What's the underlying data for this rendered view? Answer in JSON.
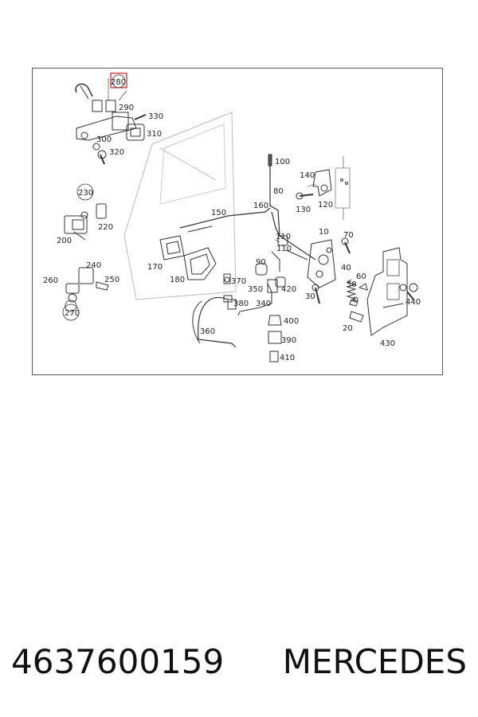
{
  "parts": {
    "p280": "280",
    "p290": "290",
    "p330": "330",
    "p310": "310",
    "p300": "300",
    "p320": "320",
    "p100": "100",
    "p80": "80",
    "p140": "140",
    "p130": "130",
    "p120": "120",
    "p230": "230",
    "p220": "220",
    "p200": "200",
    "p150": "150",
    "p160": "160",
    "p10": "10",
    "p70": "70",
    "p110a": "110",
    "p110b": "110",
    "p90": "90",
    "p170": "170",
    "p180": "180",
    "p40": "40",
    "p60": "60",
    "p240": "240",
    "p260": "260",
    "p250": "250",
    "p270": "270",
    "p370": "370",
    "p350": "350",
    "p420": "420",
    "p30": "30",
    "p50": "50",
    "p440": "440",
    "p380": "380",
    "p340": "340",
    "p400": "400",
    "p20": "20",
    "p360": "360",
    "p390": "390",
    "p430": "430",
    "p410": "410"
  },
  "footer": {
    "part_number": "4637600159",
    "brand": "MERCEDES"
  },
  "colors": {
    "highlight": "#cc2222",
    "line": "#333333"
  }
}
